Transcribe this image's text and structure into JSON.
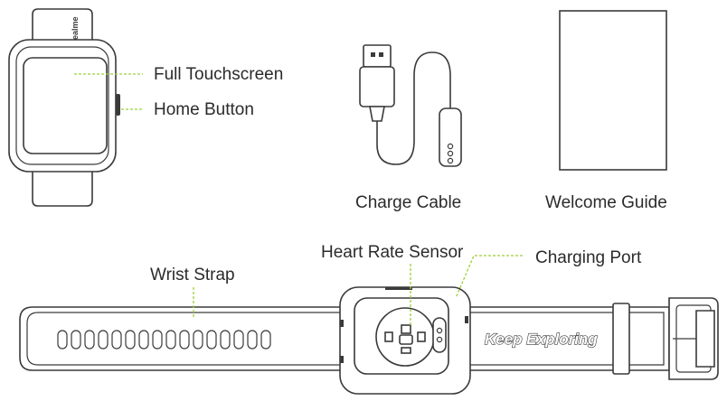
{
  "watch": {
    "brand_text": "realme",
    "labels": {
      "touchscreen": "Full Touchscreen",
      "home_button": "Home Button"
    }
  },
  "accessories": {
    "cable_label": "Charge Cable",
    "guide_label": "Welcome Guide"
  },
  "back_view": {
    "strap_label": "Wrist Strap",
    "sensor_label": "Heart Rate Sensor",
    "port_label": "Charging Port",
    "strap_text": "Keep Exploring"
  },
  "colors": {
    "line": "#3a3a3a",
    "leader": "#9ccf3a",
    "text": "#2b2b2b"
  }
}
